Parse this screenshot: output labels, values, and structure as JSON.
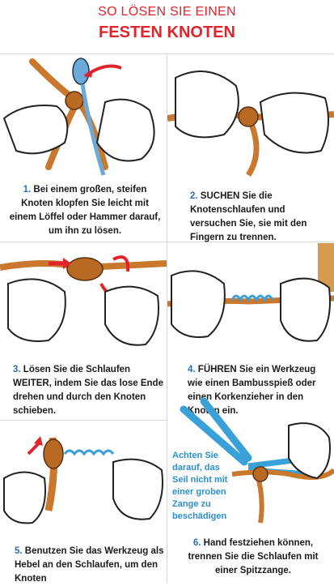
{
  "header": {
    "line1": "SO LÖSEN SIE EINEN",
    "line2": "FESTEN KNOTEN"
  },
  "steps": [
    {
      "num": "1.",
      "text": "Bei einem großen, steifen Knoten klopfen Sie leicht mit einem Löffel oder Hammer darauf, um ihn zu lösen."
    },
    {
      "num": "2.",
      "text": "SUCHEN Sie die Knotenschlaufen und versuchen Sie, sie mit den Fingern zu trennen."
    },
    {
      "num": "3.",
      "text": "Lösen Sie die Schlaufen WEITER, indem Sie das lose Ende drehen und durch den Knoten schieben."
    },
    {
      "num": "4.",
      "text": "FÜHREN Sie ein Werkzeug wie einen Bambusspieß oder einen Korkenzieher in den Knoten ein."
    },
    {
      "num": "5.",
      "text": "Benutzen Sie das Werkzeug als Hebel an den Schlaufen, um den Knoten"
    },
    {
      "num": "6.",
      "text": "Hand festziehen können, trennen Sie die Schlaufen mit einer Spitzzange."
    }
  ],
  "warning": "Achten Sie darauf, das Seil nicht mit einer groben Zange zu beschädigen",
  "colors": {
    "title": "#e0242b",
    "step_number": "#2c6fb7",
    "warning": "#2b8fd0",
    "rope": "#c9782d",
    "arrow": "#e0242b",
    "tool": "#3aa0d8"
  }
}
